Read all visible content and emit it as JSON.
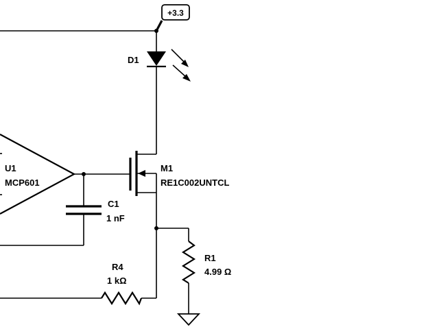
{
  "power": {
    "label": "+3.3"
  },
  "components": {
    "d1": {
      "ref": "D1"
    },
    "u1": {
      "ref": "U1",
      "value": "MCP601"
    },
    "m1": {
      "ref": "M1",
      "value": "RE1C002UNTCL"
    },
    "c1": {
      "ref": "C1",
      "value": "1 nF"
    },
    "r1": {
      "ref": "R1",
      "value": "4.99 Ω"
    },
    "r4": {
      "ref": "R4",
      "value": "1 kΩ"
    }
  }
}
